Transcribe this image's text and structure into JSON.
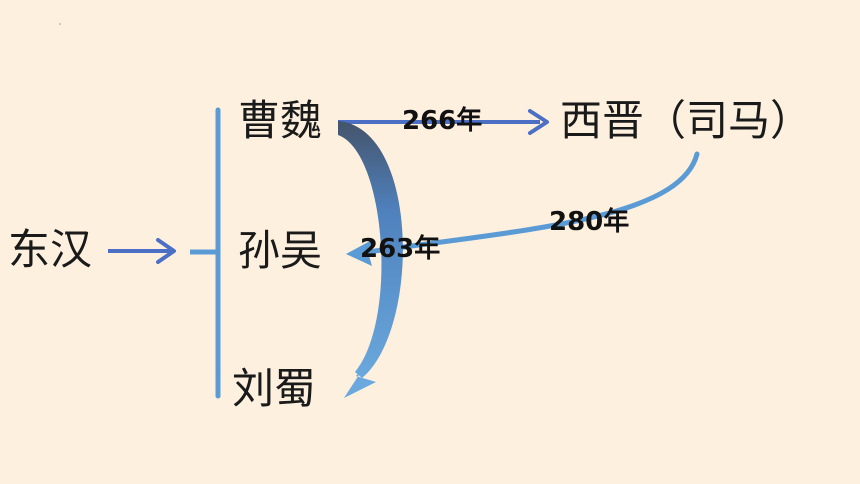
{
  "nodes": {
    "donghan": "东汉",
    "caowei": "曹魏",
    "sunwu": "孙吴",
    "liushu": "刘蜀",
    "xijin": "西晋（司马）"
  },
  "edges": {
    "caowei_to_xijin": "266年",
    "xijin_to_sunwu": "280年",
    "caowei_to_liushu": "263年"
  },
  "colors": {
    "background": "#fdf0df",
    "dark_blue": "#4a6fc4",
    "light_blue": "#5b9bd5",
    "text": "#1a1a1a"
  }
}
